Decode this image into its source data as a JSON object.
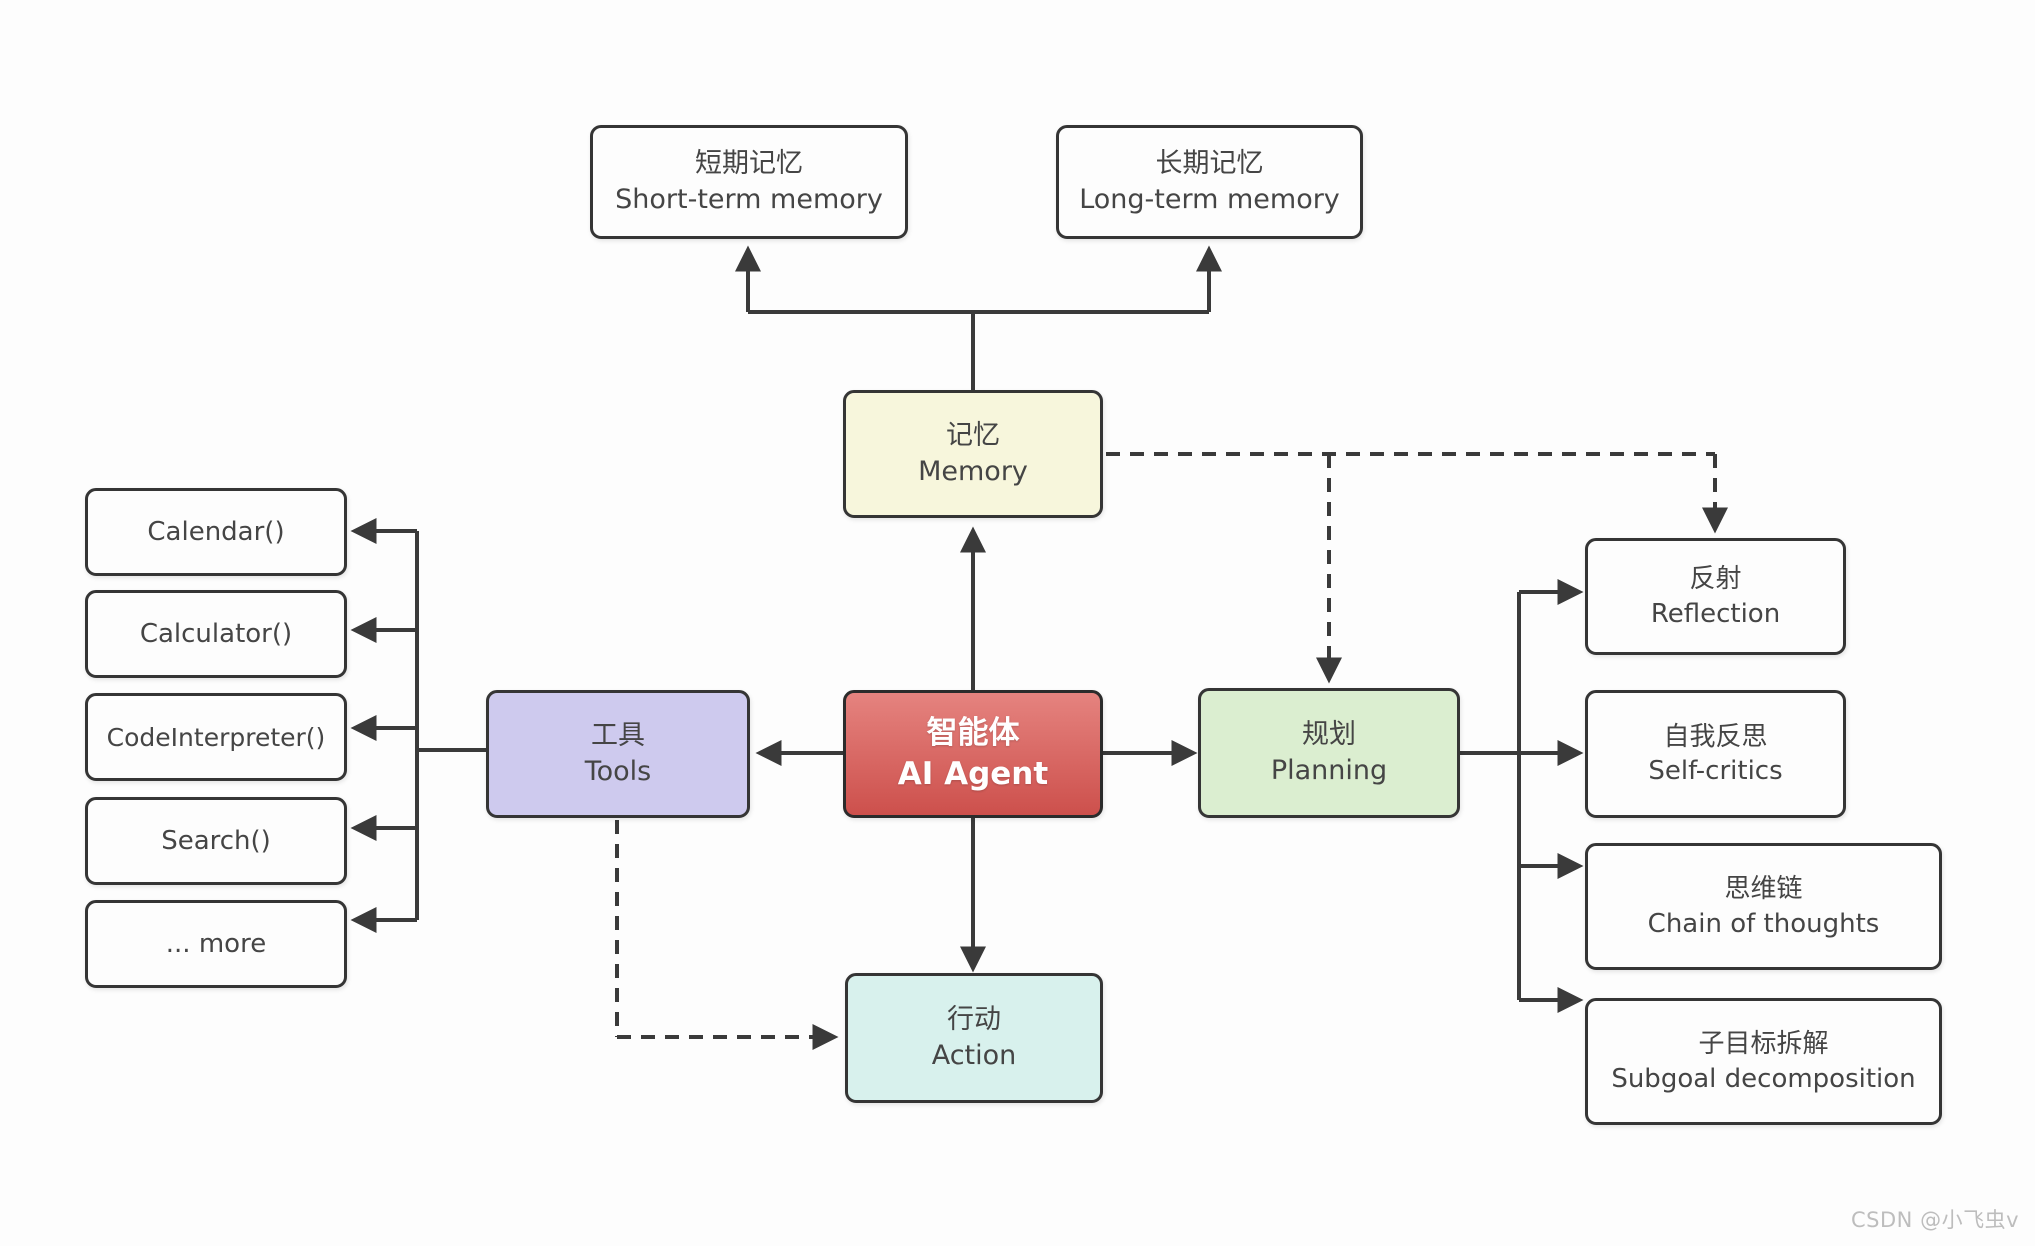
{
  "diagram": {
    "background": "#fdfdfd",
    "line_color": "#3a3a3a",
    "watermark": "CSDN @小飞虫v",
    "nodes": {
      "short_term_memory": {
        "zh": "短期记忆",
        "en": "Short-term memory"
      },
      "long_term_memory": {
        "zh": "长期记忆",
        "en": "Long-term memory"
      },
      "memory": {
        "zh": "记忆",
        "en": "Memory",
        "color": "#f7f6dc"
      },
      "ai_agent": {
        "zh": "智能体",
        "en": "AI Agent",
        "color_top": "#e5837f",
        "color_bottom": "#cd504c",
        "text_color": "#ffffff"
      },
      "tools": {
        "zh": "工具",
        "en": "Tools",
        "color": "#cecaee"
      },
      "planning": {
        "zh": "规划",
        "en": "Planning",
        "color": "#dbeed0"
      },
      "action": {
        "zh": "行动",
        "en": "Action",
        "color": "#d8f1ed"
      }
    },
    "tool_items": [
      {
        "label": "Calendar()"
      },
      {
        "label": "Calculator()"
      },
      {
        "label": "CodeInterpreter()"
      },
      {
        "label": "Search()"
      },
      {
        "label": "... more"
      }
    ],
    "planning_items": [
      {
        "zh": "反射",
        "en": "Reflection"
      },
      {
        "zh": "自我反思",
        "en": "Self-critics"
      },
      {
        "zh": "思维链",
        "en": "Chain of thoughts"
      },
      {
        "zh": "子目标拆解",
        "en": "Subgoal decomposition"
      }
    ]
  }
}
